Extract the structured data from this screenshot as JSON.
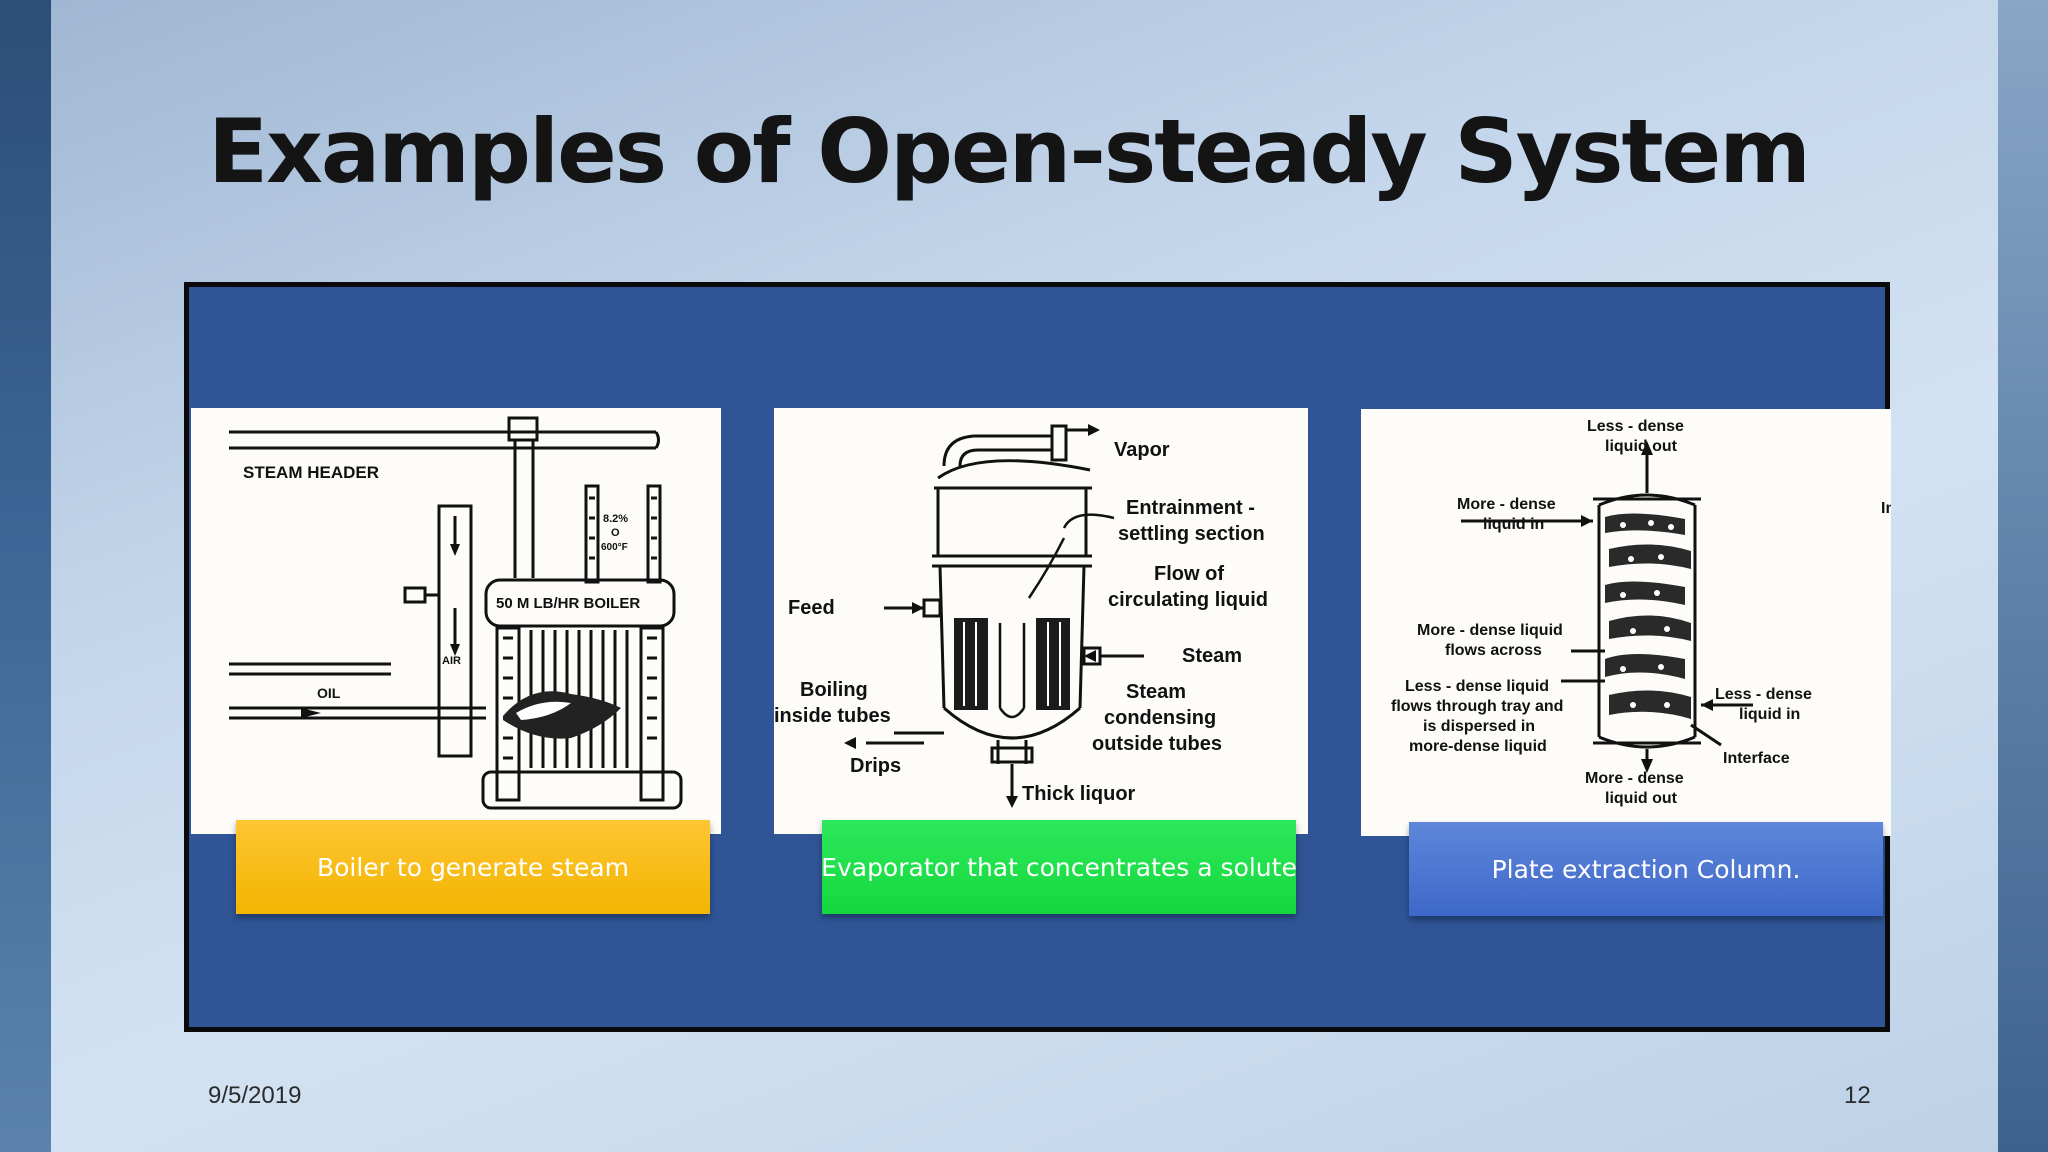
{
  "slide": {
    "title": "Examples of Open-steady System",
    "date": "9/5/2019",
    "page_number": "12"
  },
  "figures": [
    {
      "caption": "Boiler to generate steam",
      "labels": {
        "steam_header": "STEAM HEADER",
        "boiler": "50 M LB/HR BOILER",
        "oil": "OIL",
        "air": "AIR",
        "stack_pct": "8.2%",
        "stack_o2": "O",
        "stack_temp": "600°F"
      }
    },
    {
      "caption": "Evaporator that concentrates a solute",
      "labels": {
        "vapor": "Vapor",
        "entrainment_1": "Entrainment -",
        "entrainment_2": "settling section",
        "flow_1": "Flow of",
        "flow_2": "circulating liquid",
        "feed": "Feed",
        "steam": "Steam",
        "boiling_1": "Boiling",
        "boiling_2": "inside tubes",
        "condensing_1": "Steam",
        "condensing_2": "condensing",
        "condensing_3": "outside tubes",
        "drips": "Drips",
        "thick_liquor": "Thick liquor"
      }
    },
    {
      "caption": "Plate extraction Column.",
      "labels": {
        "top_out_1": "Less - dense",
        "top_out_2": "liquid out",
        "dense_in_1": "More - dense",
        "dense_in_2": "liquid in",
        "across_1": "More - dense liquid",
        "across_2": "flows across",
        "dispersed_1": "Less - dense liquid",
        "dispersed_2": "flows through tray and",
        "dispersed_3": "is dispersed in",
        "dispersed_4": "more-dense liquid",
        "light_in_1": "Less - dense",
        "light_in_2": "liquid in",
        "interface": "Interface",
        "bottom_out_1": "More - dense",
        "bottom_out_2": "liquid out",
        "edge": "In"
      }
    }
  ]
}
